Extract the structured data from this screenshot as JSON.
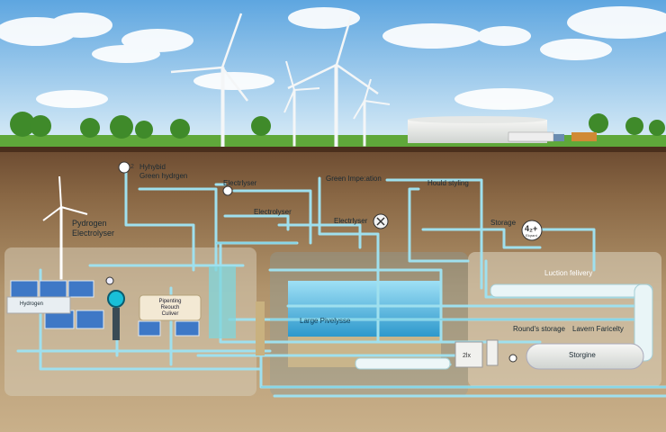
{
  "labels": {
    "hybrid": "Hyhybid",
    "green_hydrogen": "Green hydrgen",
    "electrlyser_top": "Electrlyser",
    "green_impetation": "Green Impe:ation",
    "hould_styling": "Hould styling",
    "electrolyser_mid": "Electrolyser",
    "electrlyser_mid2": "Electrlyser",
    "storage": "Storage",
    "pydrogen": "Pydrogen",
    "electrolyser_left": "Electrolyser",
    "hydrogen_panel": "Hydrogen",
    "pipenting_line1": "Pipenting",
    "pipenting_line2": "Reouch",
    "pipenting_line3": "Culiver",
    "large_pivelysse": "Large Pivelysse",
    "luction_felivery": "Luction felivery",
    "rounds_storage": "Round's storage",
    "lavern_faricelty": "Lavern Faricelty",
    "storgine": "Storgine",
    "box_2lx": "2lx",
    "badge_4": "4₂+",
    "badge_small": "Elqrant",
    "icon_num": "2"
  },
  "colors": {
    "sky_top": "#5ea6e0",
    "sky_bottom": "#d9ecf7",
    "grass": "#5fa83a",
    "soil_top": "#6b4a30",
    "soil_mid": "#a8875f",
    "soil_bottom": "#c9b08a",
    "pipe": "#9fe0ee",
    "pipe_edge": "#5fc6dc",
    "water": "#3aa7d6"
  },
  "icons": [
    "wind-turbine-icon",
    "solar-panel-icon",
    "hydrogen-valve-icon",
    "close-icon",
    "storage-tank-icon",
    "truck-icon"
  ]
}
